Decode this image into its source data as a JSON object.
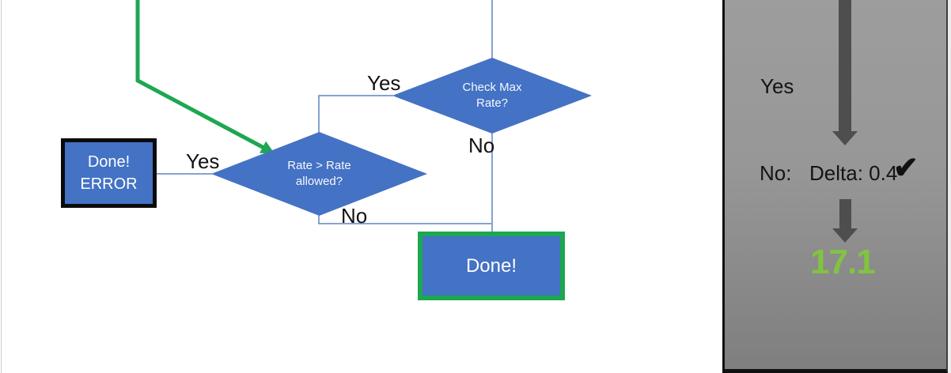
{
  "flowchart": {
    "check_max_decision": {
      "line1": "Check Max",
      "line2": "Rate?"
    },
    "check_max_yes": "Yes",
    "check_max_no": "No",
    "rate_decision": {
      "line1": "Rate > Rate",
      "line2": "allowed?"
    },
    "rate_yes": "Yes",
    "rate_no": "No",
    "done_error_box": {
      "line1": "Done!",
      "line2": "ERROR"
    },
    "done_box": {
      "label": "Done!"
    }
  },
  "panel": {
    "yes_label": "Yes",
    "no_label": "No:",
    "delta_text": "Delta: 0.4",
    "checkmark": "✔",
    "result_value": "17.1"
  },
  "colors": {
    "node_blue": "#4472C4",
    "connector_blue": "#5B84C6",
    "green": "#1DA751",
    "result_green": "#82C341",
    "arrow_gray": "#4E4E4E",
    "panel_gray_top": "#9D9D9D",
    "panel_gray_bottom": "#7F7F7F"
  }
}
